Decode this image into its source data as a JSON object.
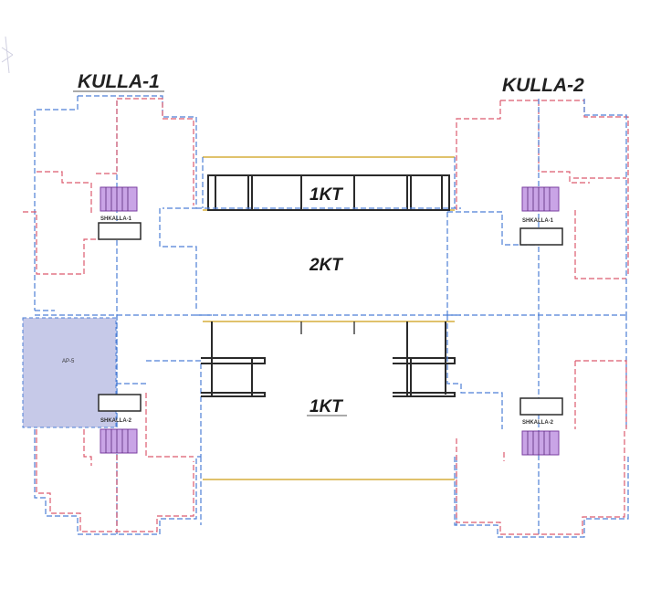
{
  "buildings": {
    "kulla_1": "KULLA-1",
    "kulla_2": "KULLA-2"
  },
  "levels": {
    "upper_1kt": "1KT",
    "middle_2kt": "2KT",
    "lower_1kt": "1KT"
  },
  "stairs": {
    "left_top": "SHKALLA-1",
    "left_bottom": "SHKALLA-2",
    "right_top": "SHKALLA-1",
    "right_bottom": "SHKALLA-2"
  },
  "apartment_label": "AP-5",
  "colors": {
    "blue_outline": "#4d7fd6",
    "red_outline": "#dc5a6e",
    "gold_line": "#d6ae3c",
    "structure": "#2a2a2a",
    "stair_fill": "#c9a4e6",
    "highlight_fill": "#c6c9e8"
  }
}
